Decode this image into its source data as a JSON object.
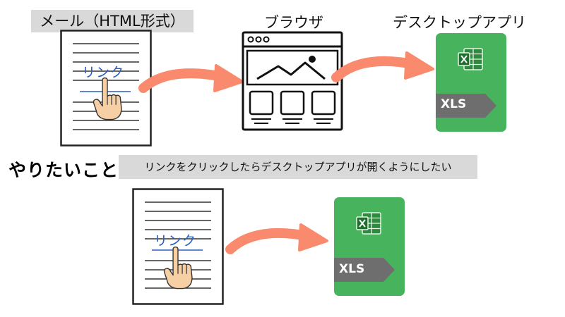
{
  "top_row": {
    "email_label": "メール（HTML形式）",
    "browser_label": "ブラウザ",
    "desktop_app_label": "デスクトップアプリ",
    "link_text": "リンク",
    "xls_label": "XLS"
  },
  "goal": {
    "heading": "やりたいこと",
    "description": "リンクをクリックしたらデスクトップアプリが開くようにしたい",
    "link_text": "リンク",
    "xls_label": "XLS"
  },
  "colors": {
    "arrow": "#fa8a6e",
    "excel_green": "#47b35c",
    "label_box": "#d9d9d9",
    "link_blue": "#2a5fc4",
    "ribbon": "#6e6e6e",
    "skin": "#f7cfa5"
  }
}
